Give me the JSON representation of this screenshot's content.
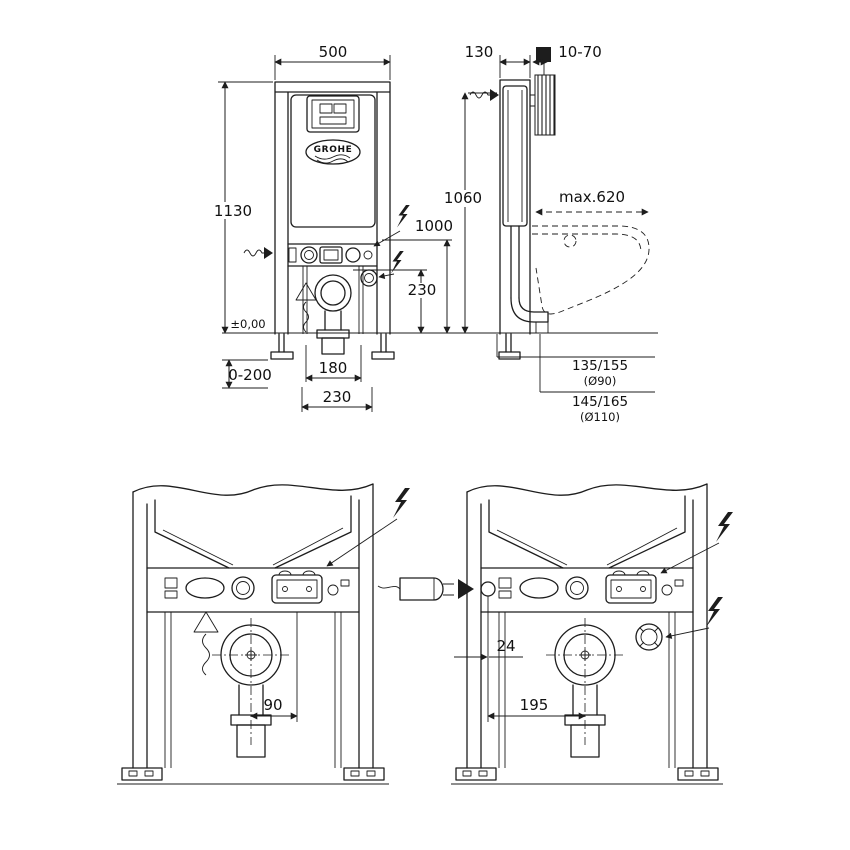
{
  "meta": {
    "background": "#ffffff",
    "ink_color": "#1d1d1d"
  },
  "brand": {
    "logo": "GROHE"
  },
  "front_view": {
    "width_top": "500",
    "height_left": "1130",
    "height_inner": "1000",
    "height_outlet": "230",
    "floor_level": "±0,00",
    "foot_adjust": "0-200",
    "spacing_inner": "180",
    "spacing_outer": "230"
  },
  "side_view": {
    "depth": "130",
    "wall_distance": "10-70",
    "height": "1060",
    "projection": "max.620",
    "outlet_a": "135/155",
    "outlet_a_dia": "(Ø90)",
    "outlet_b": "145/165",
    "outlet_b_dia": "(Ø110)"
  },
  "detail_left": {
    "offset_center": "90"
  },
  "detail_right": {
    "offset_side": "24",
    "offset_center": "195"
  }
}
